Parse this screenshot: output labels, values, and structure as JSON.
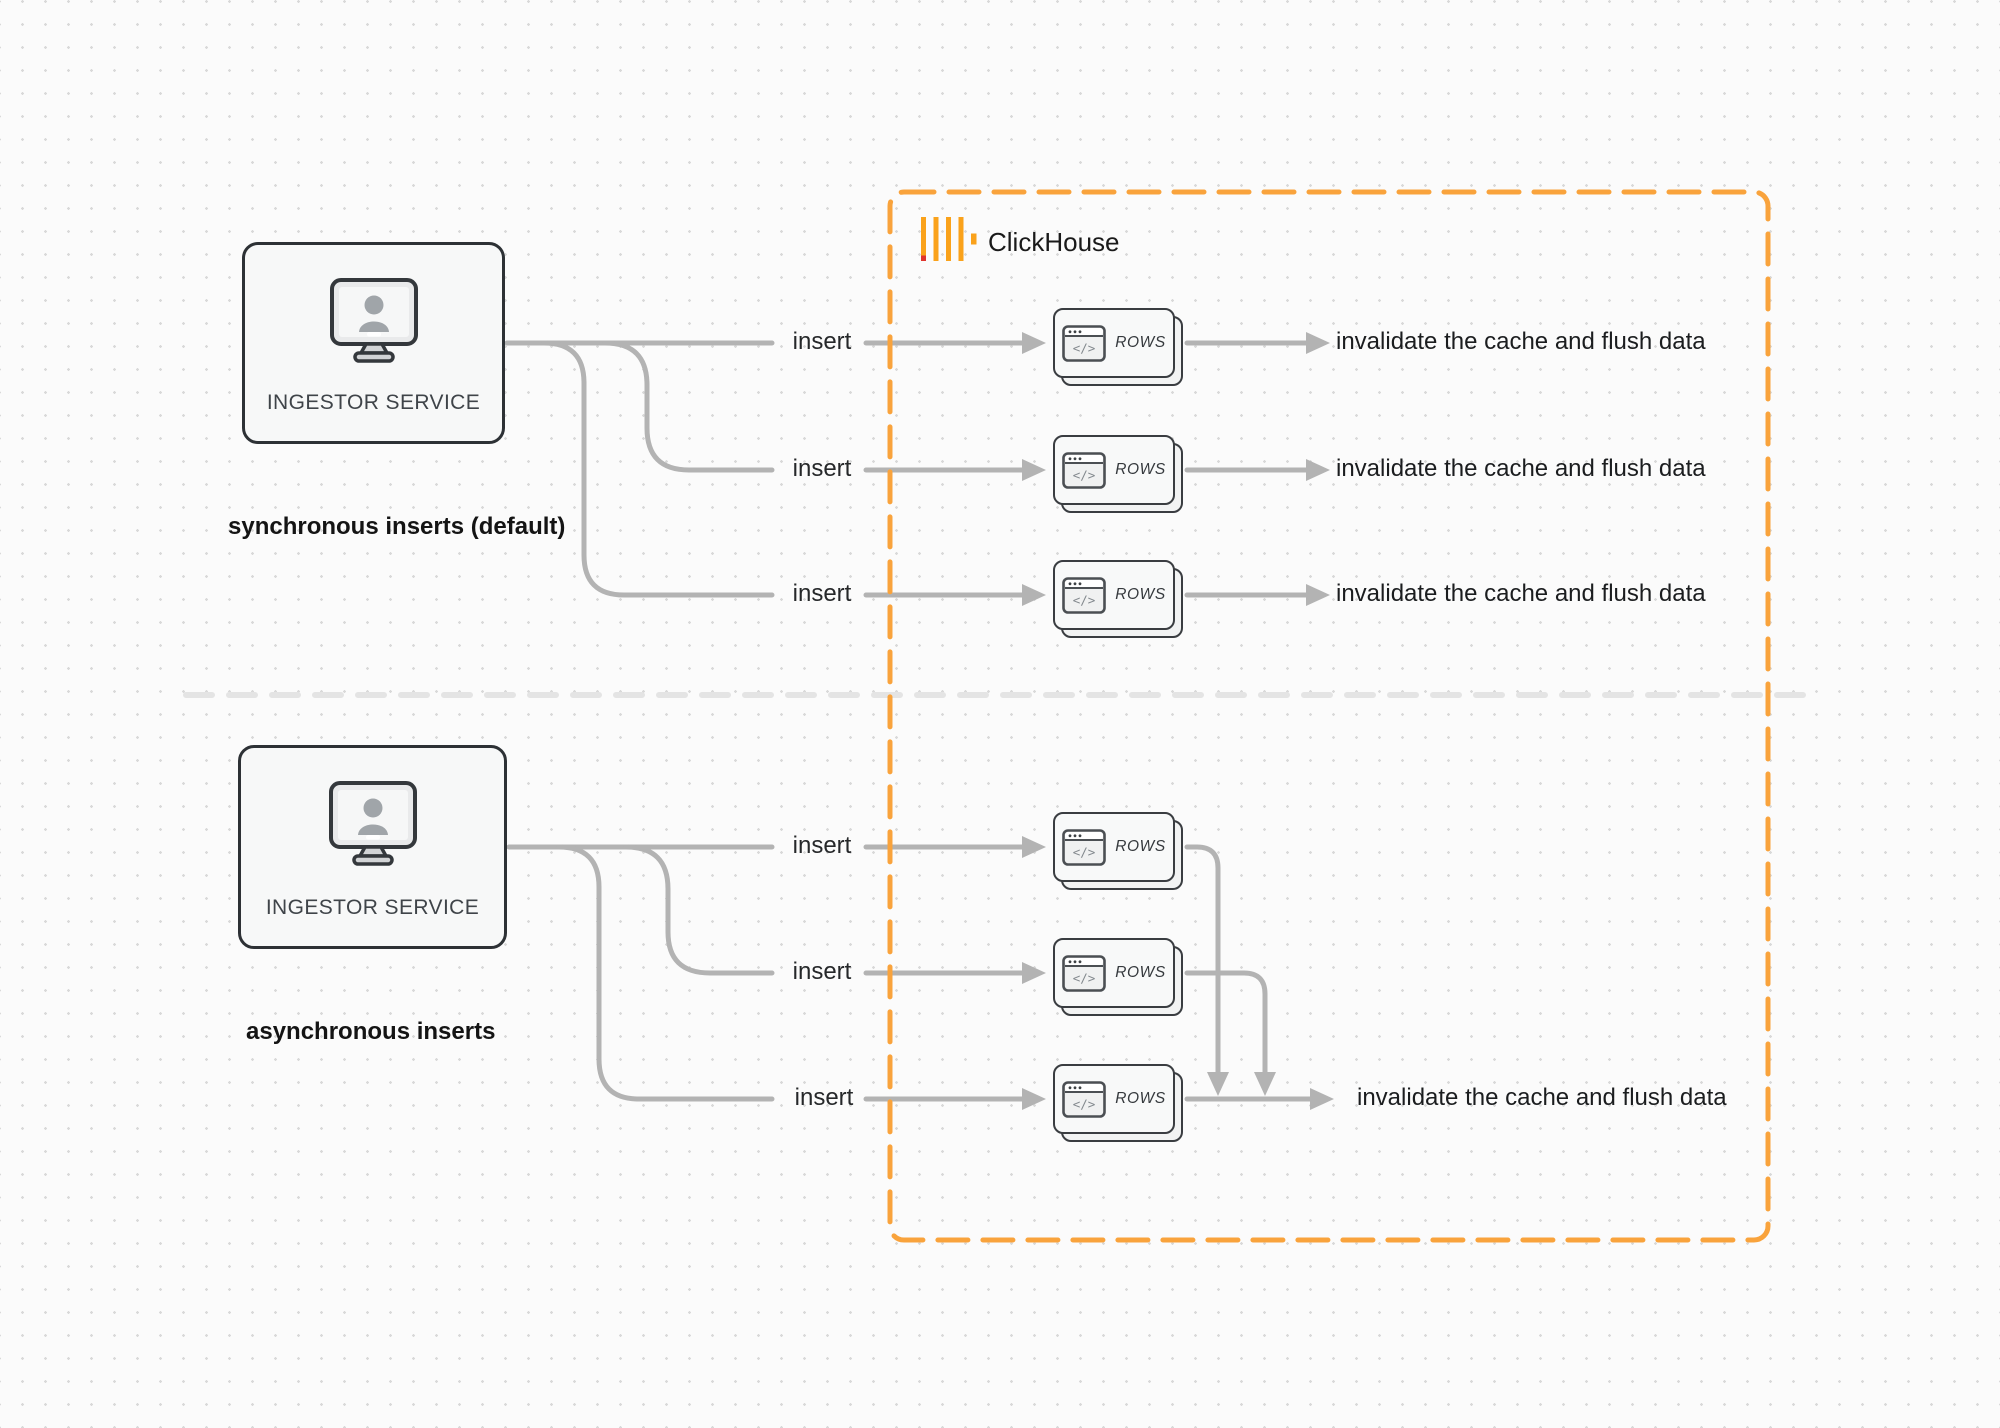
{
  "palette": {
    "accent_orange": "#F9A33C",
    "divider_gray": "#e4e4e4",
    "connector_gray": "#b3b3b3",
    "clickhouse_yellow": "#FAA21B",
    "clickhouse_red": "#DF342C"
  },
  "clickhouse": {
    "label": "ClickHouse"
  },
  "sync": {
    "caption": "synchronous inserts (default)",
    "service": {
      "label": "INGESTOR SERVICE"
    },
    "rows": [
      {
        "insert_label": "insert",
        "card_label": "ROWS",
        "result_label": "invalidate the cache and flush data"
      },
      {
        "insert_label": "insert",
        "card_label": "ROWS",
        "result_label": "invalidate the cache and flush data"
      },
      {
        "insert_label": "insert",
        "card_label": "ROWS",
        "result_label": "invalidate the cache and flush data"
      }
    ]
  },
  "async": {
    "caption": "asynchronous inserts",
    "service": {
      "label": "INGESTOR SERVICE"
    },
    "rows": [
      {
        "insert_label": "insert",
        "card_label": "ROWS"
      },
      {
        "insert_label": "insert",
        "card_label": "ROWS"
      },
      {
        "insert_label": "insert",
        "card_label": "ROWS",
        "result_label": "invalidate the cache and flush data"
      }
    ]
  }
}
